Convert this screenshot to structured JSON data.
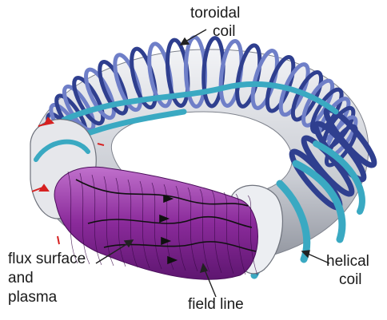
{
  "labels": {
    "toroidal_coil": [
      "toroidal",
      "coil"
    ],
    "helical_coil": [
      "helical",
      "coil"
    ],
    "flux_surface": [
      "flux surface",
      "and",
      "plasma"
    ],
    "field_line": "field line"
  },
  "colors": {
    "toroidal_coil": "#2f3f8f",
    "toroidal_coil_light": "#6f7fc8",
    "helical_coil": "#3aa9c2",
    "plasma": "#8a2a9a",
    "plasma_light": "#b85fc4",
    "vessel": "#d9dbe0",
    "field_line": "#111111",
    "current_arrow": "#d62020"
  }
}
